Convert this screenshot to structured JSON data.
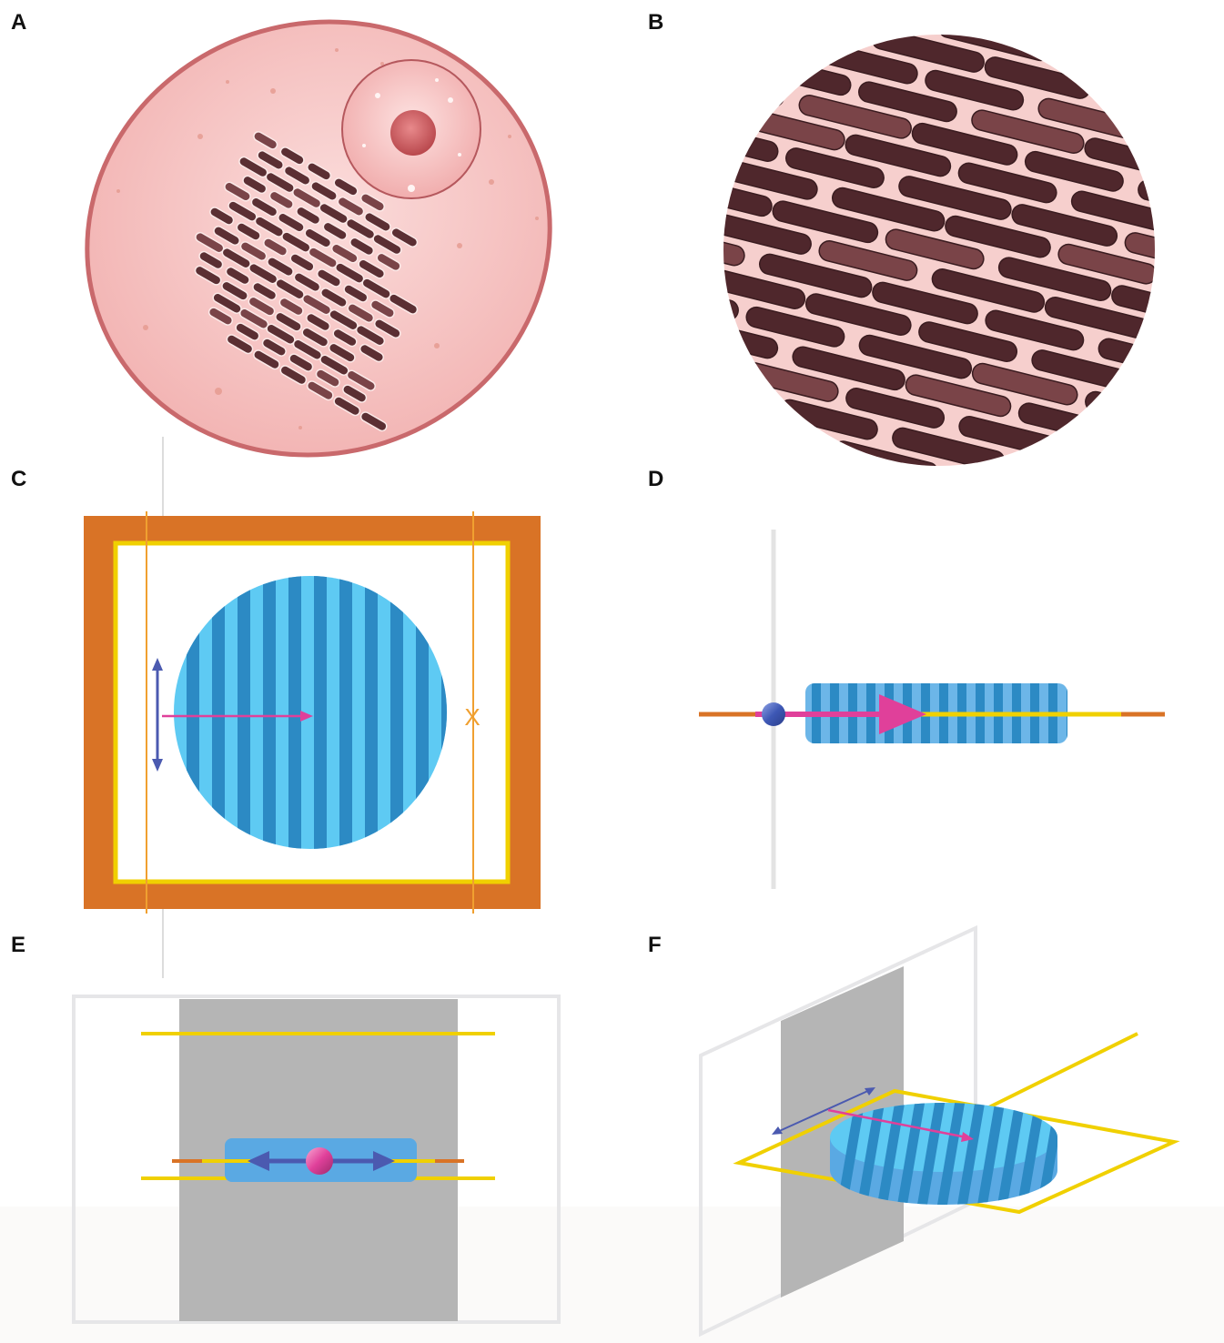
{
  "panels": [
    {
      "id": "A",
      "label": "A"
    },
    {
      "id": "B",
      "label": "B"
    },
    {
      "id": "C",
      "label": "C"
    },
    {
      "id": "D",
      "label": "D"
    },
    {
      "id": "E",
      "label": "E"
    },
    {
      "id": "F",
      "label": "F"
    }
  ],
  "annotations": {
    "c_marker": "X"
  },
  "colors": {
    "cell_pink": "#f3b8b6",
    "cell_outline": "#c9696c",
    "organelle_dark": "#5b2f33",
    "organelle_mid": "#7a4448",
    "nucleolus": "#d9777a",
    "frame_orange": "#d97326",
    "frame_yellow": "#f0d000",
    "stripe_light": "#5ecaf3",
    "stripe_dark": "#2c8ac4",
    "arrow_magenta": "#e0409a",
    "arrow_blue": "#4b5ab0",
    "gray_plane": "#b5b5b5",
    "line_gray": "#e6e6e8"
  }
}
